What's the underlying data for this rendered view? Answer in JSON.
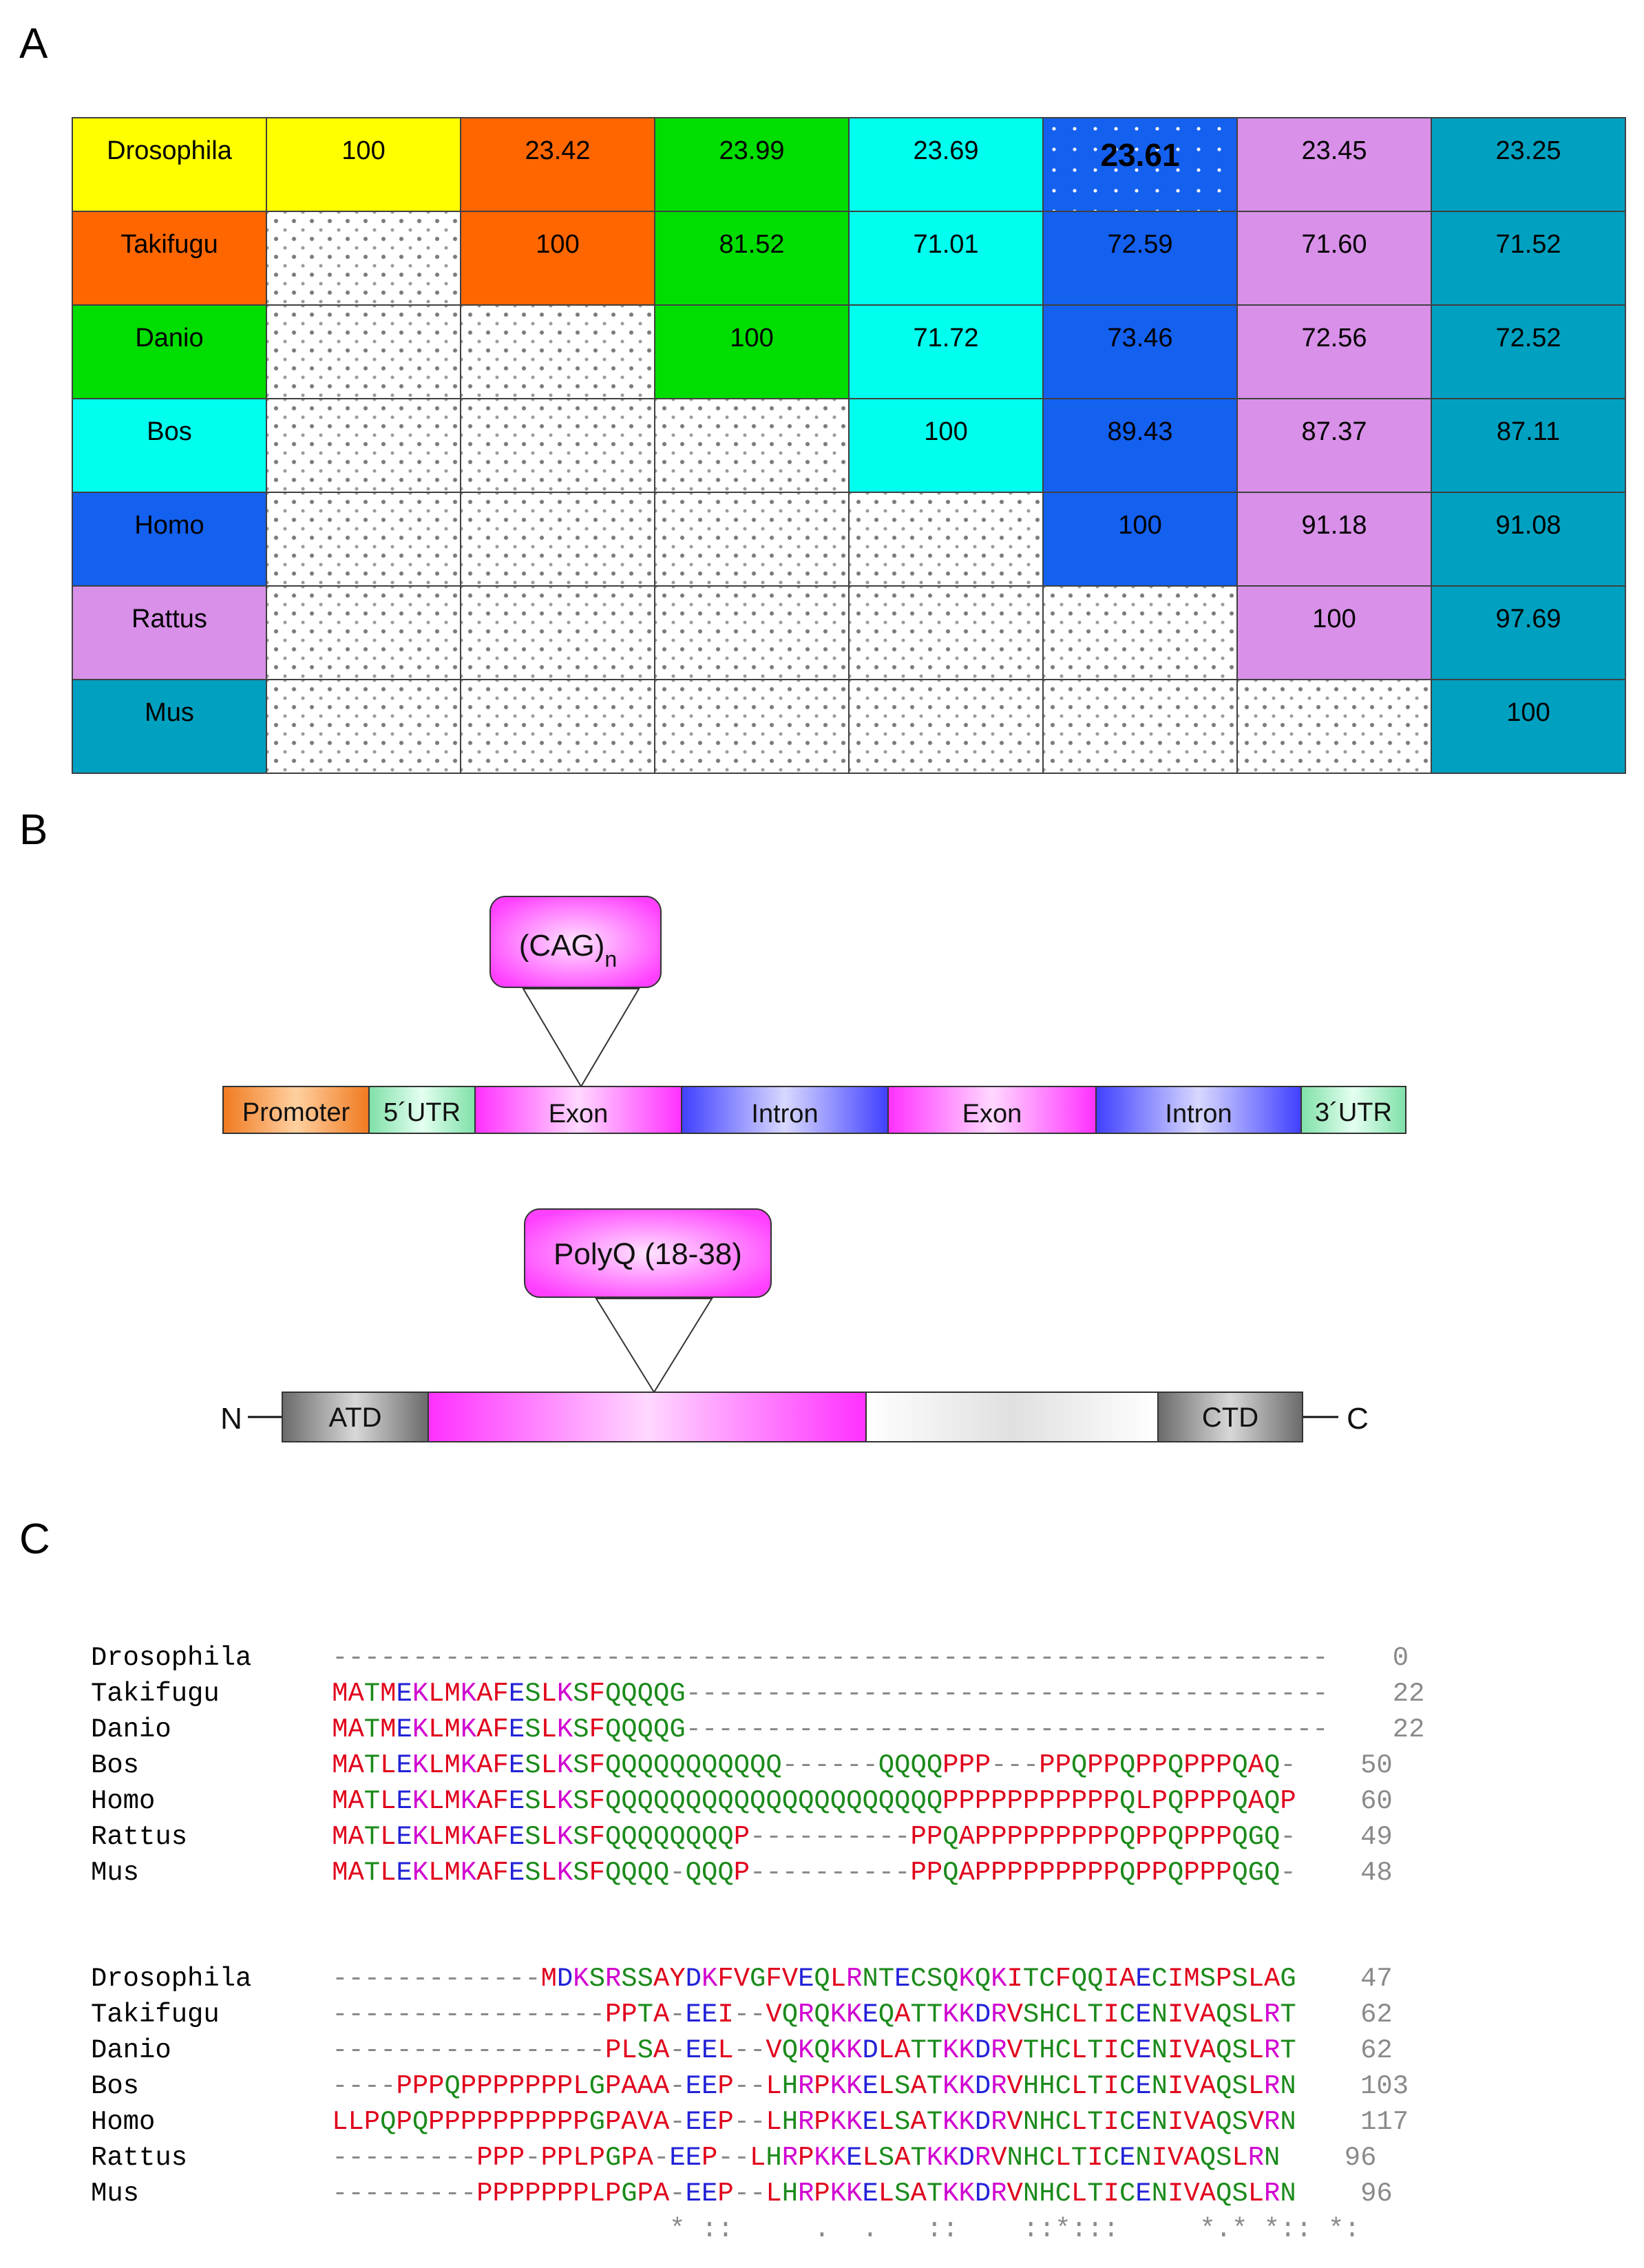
{
  "panel_labels": {
    "a": "A",
    "b": "B",
    "c": "C"
  },
  "colors": {
    "Drosophila": "#ffff00",
    "Takifugu": "#ff6600",
    "Danio": "#00dd00",
    "Bos": "#00ffee",
    "Homo": "#1460ef",
    "Rattus": "#d890e8",
    "Mus": "#00a0c0"
  },
  "matrix": {
    "species": [
      "Drosophila",
      "Takifugu",
      "Danio",
      "Bos",
      "Homo",
      "Rattus",
      "Mus"
    ],
    "rows": [
      [
        "100",
        "23.42",
        "23.99",
        "23.69",
        "23.61",
        "23.45",
        "23.25"
      ],
      [
        "",
        "100",
        "81.52",
        "71.01",
        "72.59",
        "71.60",
        "71.52"
      ],
      [
        "",
        "",
        "100",
        "71.72",
        "73.46",
        "72.56",
        "72.52"
      ],
      [
        "",
        "",
        "",
        "100",
        "89.43",
        "87.37",
        "87.11"
      ],
      [
        "",
        "",
        "",
        "",
        "100",
        "91.18",
        "91.08"
      ],
      [
        "",
        "",
        "",
        "",
        "",
        "100",
        "97.69"
      ],
      [
        "",
        "",
        "",
        "",
        "",
        "",
        "100"
      ]
    ]
  },
  "gene": {
    "insert_label": "(CAG)",
    "insert_sub": "n",
    "segments": [
      "Promoter",
      "5´UTR",
      "Exon",
      "Intron",
      "Exon",
      "Intron",
      "3´UTR"
    ]
  },
  "protein": {
    "insert_label": "PolyQ (18-38)",
    "n_term": "N",
    "c_term": "C",
    "atd": "ATD",
    "ctd": "CTD"
  },
  "alignment": {
    "block1": [
      {
        "name": "Drosophila",
        "seq": "--------------------------------------------------------------",
        "num": "0"
      },
      {
        "name": "Takifugu",
        "seq": "MATMEKLMKAFESLKSFQQQQG----------------------------------------",
        "num": "22"
      },
      {
        "name": "Danio",
        "seq": "MATMEKLMKAFESLKSFQQQQG----------------------------------------",
        "num": "22"
      },
      {
        "name": "Bos",
        "seq": "MATLEKLMKAFESLKSFQQQQQQQQQQQ------QQQQPPP---PPQPPQPPQPPPQAQ-",
        "num": "50"
      },
      {
        "name": "Homo",
        "seq": "MATLEKLMKAFESLKSFQQQQQQQQQQQQQQQQQQQQQPPPPPPPPPPPQLPQPPPQAQP",
        "num": "60"
      },
      {
        "name": "Rattus",
        "seq": "MATLEKLMKAFESLKSFQQQQQQQQP----------PPQAPPPPPPPPPQPPQPPPQGQ-",
        "num": "49"
      },
      {
        "name": "Mus",
        "seq": "MATLEKLMKAFESLKSFQQQQ-QQQP----------PPQAPPPPPPPPPQPPQPPPQGQ-",
        "num": "48"
      }
    ],
    "block2": [
      {
        "name": "Drosophila",
        "seq": "-------------MDKSRSSAYDKFVGFVEQLRNTECSQKQKITCFQQIAECIMSPSLAG",
        "num": "47"
      },
      {
        "name": "Takifugu",
        "seq": "-----------------PPTA-EEI--VQRQKKEQATTKKDRVSHCLTICENIVAQSLRT",
        "num": "62"
      },
      {
        "name": "Danio",
        "seq": "-----------------PLSA-EEL--VQKQKKDLATTKKDRVTHCLTICENIVAQSLRT",
        "num": "62"
      },
      {
        "name": "Bos",
        "seq": "----PPPQPPPPPPPLGPAAA-EEP--LHRPKKELSATKKDRVHHCLTICENIVAQSLRN",
        "num": "103"
      },
      {
        "name": "Homo",
        "seq": "LLPQPQPPPPPPPPPPGPAVA-EEP--LHRPKKELSATKKDRVNHCLTICENIVAQSVRN",
        "num": "117"
      },
      {
        "name": "Rattus",
        "seq": "---------PPP-PPLPGPA-EEP--LHRPKKELSATKKDRVNHCLTICENIVAQSLRN",
        "num": "96"
      },
      {
        "name": "Mus",
        "seq": "---------PPPPPPPLPGPA-EEP--LHRPKKELSATKKDRVNHCLTICENIVAQSLRN",
        "num": "96"
      }
    ],
    "consensus": "                     * ::     .  .   ::    ::*:::     *.* *:: *:"
  }
}
